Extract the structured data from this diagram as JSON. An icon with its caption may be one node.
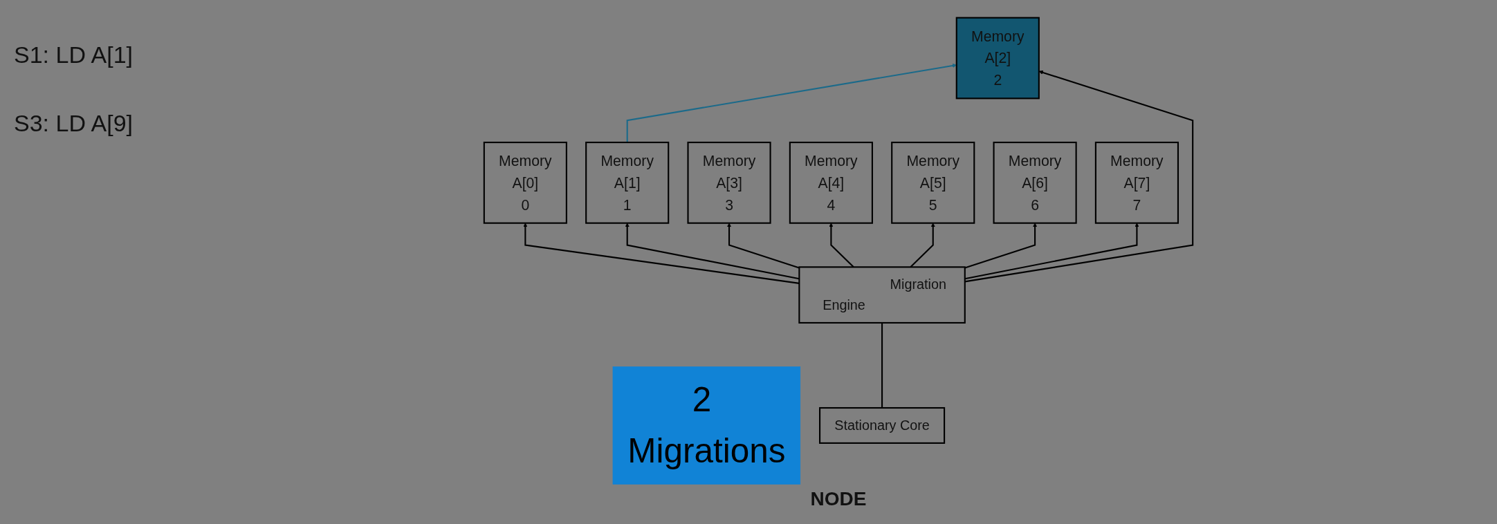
{
  "diagram": {
    "nodes": [
      {
        "text": [
          "Memory",
          "A[0]",
          "0"
        ]
      },
      {
        "text": [
          "Memory",
          "A[1]",
          "1"
        ]
      },
      {
        "text": [
          "Memory",
          "A[2]",
          "2"
        ]
      },
      {
        "text": [
          "Memory",
          "A[3]",
          "3"
        ]
      },
      {
        "text": [
          "Memory",
          "A[4]",
          "4"
        ]
      },
      {
        "text": [
          "Memory",
          "A[5]",
          "5"
        ]
      },
      {
        "text": [
          "Memory",
          "A[6]",
          "6"
        ]
      },
      {
        "text": [
          "Memory",
          "A[7]",
          "7"
        ]
      },
      {
        "text": [
          "2 Migrations"
        ]
      },
      {
        "text": [
          "Stationary Core"
        ]
      },
      {
        "text": [
          "Migration Engine"
        ]
      }
    ],
    "edges": [
      {
        "from": 1,
        "to": 2,
        "arrow": "to",
        "color": "#1b6a8a"
      },
      {
        "from": 10,
        "to": 0,
        "arrow": "to"
      },
      {
        "from": 10,
        "to": 1,
        "arrow": "to"
      },
      {
        "from": 10,
        "to": 2,
        "arrow": "to"
      },
      {
        "from": 10,
        "to": 3,
        "arrow": "to"
      },
      {
        "from": 10,
        "to": 4,
        "arrow": "to"
      },
      {
        "from": 10,
        "to": 5,
        "arrow": "to"
      },
      {
        "from": 10,
        "to": 6,
        "arrow": "to"
      },
      {
        "from": 10,
        "to": 7,
        "arrow": "to"
      },
      {
        "from": 9,
        "to": 10,
        "arrow": "none"
      }
    ],
    "labels": [
      "S1: LD A[1]",
      "S3: LD A[9]",
      "NODE"
    ]
  }
}
